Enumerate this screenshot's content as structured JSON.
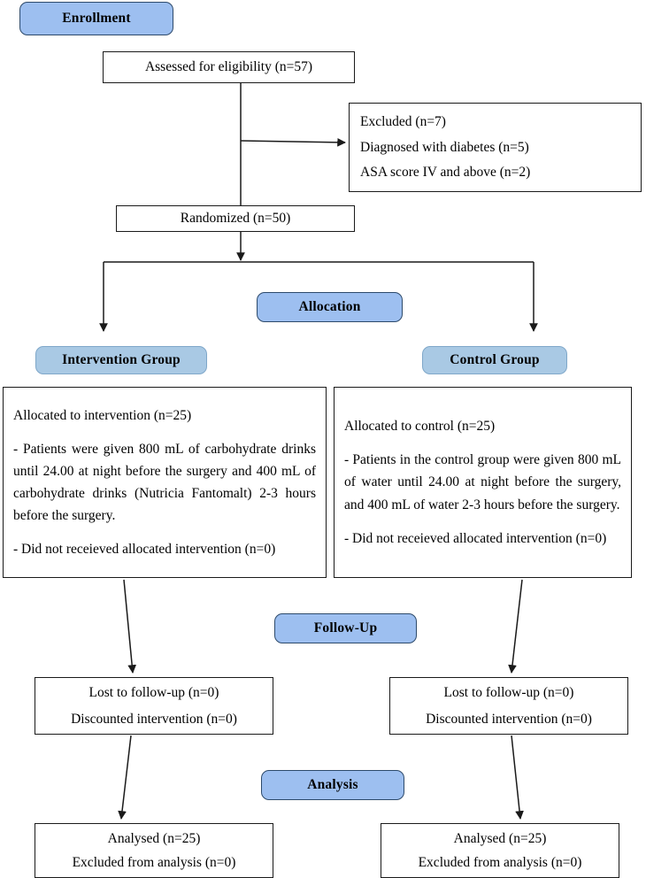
{
  "diagram": {
    "title": "CONSORT participant flow diagram",
    "colors": {
      "pill_blue": "#9DBFF0",
      "pill_soft_blue": "#A9C9E4",
      "pill_border": "#2D4A6B",
      "box_border": "#1A1A1A",
      "background": "#FFFFFF"
    },
    "stage_labels": {
      "enrollment": "Enrollment",
      "allocation": "Allocation",
      "follow_up": "Follow-Up",
      "analysis": "Analysis"
    },
    "group_labels": {
      "intervention": "Intervention  Group",
      "control": "Control Group"
    },
    "enrollment": {
      "assessed": "Assessed for eligibility (n=57)",
      "excluded": [
        "Excluded (n=7)",
        "Diagnosed with diabetes (n=5)",
        "ASA score IV and above (n=2)"
      ],
      "randomized": "Randomized (n=50)"
    },
    "allocation": {
      "intervention": {
        "allocated": "Allocated to intervention (n=25)",
        "detail": "- Patients were given 800 mL of carbohydrate drinks until 24.00 at night before the surgery and 400 mL of carbohydrate drinks (Nutricia Fantomalt) 2-3 hours before the surgery.",
        "not_received": "- Did not receieved allocated intervention (n=0)"
      },
      "control": {
        "allocated": "Allocated to control (n=25)",
        "detail": "- Patients in the control group were given 800 mL of water until 24.00 at night before the surgery, and 400 mL of water 2-3 hours before the surgery.",
        "not_received": "- Did not receieved allocated intervention (n=0)"
      }
    },
    "follow_up": {
      "intervention": {
        "lost": "Lost to follow-up (n=0)",
        "discounted": "Discounted intervention (n=0)"
      },
      "control": {
        "lost": "Lost to follow-up (n=0)",
        "discounted": "Discounted intervention (n=0)"
      }
    },
    "analysis": {
      "intervention": {
        "analysed": "Analysed (n=25)",
        "excluded": "Excluded from analysis (n=0)"
      },
      "control": {
        "analysed": "Analysed (n=25)",
        "excluded": "Excluded from analysis (n=0)"
      }
    }
  },
  "chart_data": {
    "type": "diagram",
    "title": "CONSORT flow diagram",
    "nodes": [
      {
        "id": "assessed",
        "stage": "enrollment",
        "label": "Assessed for eligibility (n=57)",
        "n": 57
      },
      {
        "id": "excluded",
        "stage": "enrollment",
        "label": "Excluded (n=7)",
        "n": 7,
        "reasons": [
          {
            "label": "Diagnosed with diabetes (n=5)",
            "n": 5
          },
          {
            "label": "ASA score IV and above (n=2)",
            "n": 2
          }
        ]
      },
      {
        "id": "randomized",
        "stage": "enrollment",
        "label": "Randomized (n=50)",
        "n": 50
      },
      {
        "id": "alloc-intervention",
        "stage": "allocation",
        "label": "Allocated to intervention (n=25)",
        "n": 25
      },
      {
        "id": "alloc-control",
        "stage": "allocation",
        "label": "Allocated to control (n=25)",
        "n": 25
      },
      {
        "id": "follow-intervention",
        "stage": "follow-up",
        "label": "Lost to follow-up (n=0)",
        "n": 0
      },
      {
        "id": "follow-control",
        "stage": "follow-up",
        "label": "Lost to follow-up (n=0)",
        "n": 0
      },
      {
        "id": "analysed-intervention",
        "stage": "analysis",
        "label": "Analysed (n=25)",
        "n": 25
      },
      {
        "id": "analysed-control",
        "stage": "analysis",
        "label": "Analysed (n=25)",
        "n": 25
      }
    ],
    "edges": [
      {
        "from": "assessed",
        "to": "excluded",
        "kind": "exclusion"
      },
      {
        "from": "assessed",
        "to": "randomized",
        "kind": "flow"
      },
      {
        "from": "randomized",
        "to": "alloc-intervention",
        "kind": "allocation"
      },
      {
        "from": "randomized",
        "to": "alloc-control",
        "kind": "allocation"
      },
      {
        "from": "alloc-intervention",
        "to": "follow-intervention",
        "kind": "flow"
      },
      {
        "from": "alloc-control",
        "to": "follow-control",
        "kind": "flow"
      },
      {
        "from": "follow-intervention",
        "to": "analysed-intervention",
        "kind": "flow"
      },
      {
        "from": "follow-control",
        "to": "analysed-control",
        "kind": "flow"
      }
    ]
  }
}
